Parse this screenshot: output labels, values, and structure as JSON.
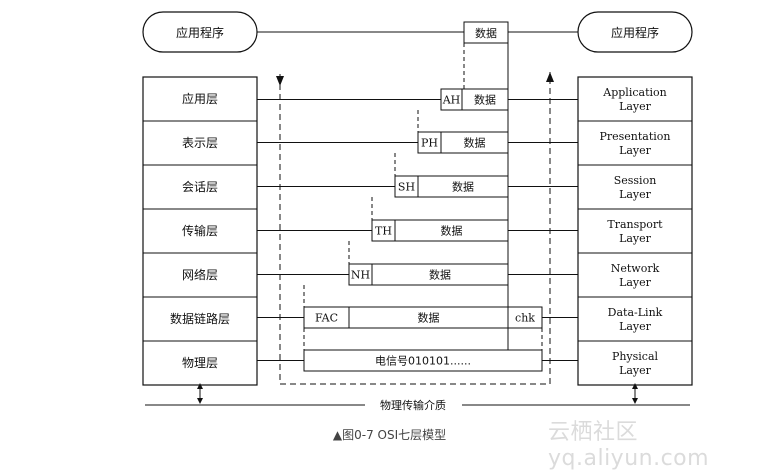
{
  "app_left": "应用程序",
  "app_right": "应用程序",
  "top_data": "数据",
  "left_layers": [
    "应用层",
    "表示层",
    "会话层",
    "传输层",
    "网络层",
    "数据链路层",
    "物理层"
  ],
  "right_layers": [
    [
      "Application",
      "Layer"
    ],
    [
      "Presentation",
      "Layer"
    ],
    [
      "Session",
      "Layer"
    ],
    [
      "Transport",
      "Layer"
    ],
    [
      "Network",
      "Layer"
    ],
    [
      "Data-Link",
      "Layer"
    ],
    [
      "Physical",
      "Layer"
    ]
  ],
  "headers": [
    "AH",
    "PH",
    "SH",
    "TH",
    "NH",
    "FAC"
  ],
  "data_label": "数据",
  "trailer": "chk",
  "physical_signal": "电信号010101......",
  "medium": "物理传输介质",
  "caption": "▲图0-7 OSI七层模型",
  "watermark": "云栖社区 yq.aliyun.com"
}
